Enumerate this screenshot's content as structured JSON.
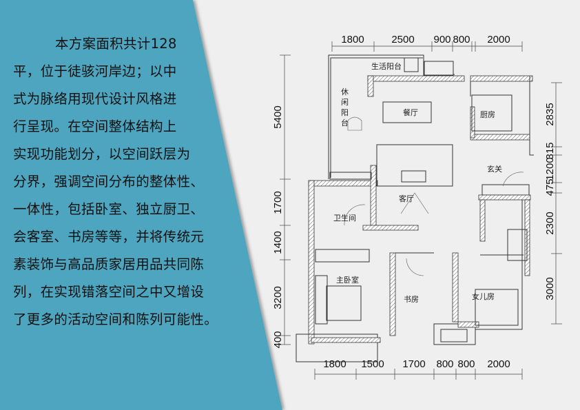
{
  "description_lines": [
    "本方案面积共计128",
    "平，位于徒骇河岸边；以中",
    "式为脉络用现代设计风格进",
    "行呈现。在空间整体结构上",
    "实现功能划分，以空间跃层为",
    "分界，强调空间分布的整体性、",
    "一体性，包括卧室、独立厨卫、",
    "会客室、书房等等，并将传统元",
    "素装饰与高品质家居用品共同陈",
    "列，在实现错落空间之中又增设",
    "了更多的活动空间和陈列可能性。"
  ],
  "colors": {
    "panel": "#4ea5bf",
    "background": "#efefef"
  },
  "floor_plan": {
    "rooms": {
      "service_balcony": "生活阳台",
      "leisure_balcony": [
        "休",
        "闲",
        "阳",
        "台"
      ],
      "dining": "餐厅",
      "kitchen": "厨房",
      "foyer": "玄关",
      "living": "客厅",
      "bathroom": "卫生间",
      "master_bedroom": "主卧室",
      "study": "书房",
      "daughter_room": "女儿房"
    },
    "dims_top": [
      "1800",
      "2500",
      "900",
      "800",
      "2000"
    ],
    "dims_bottom": [
      "1800",
      "1500",
      "1700",
      "800",
      "800",
      "2000"
    ],
    "dims_left": [
      "5400",
      "1700",
      "1400",
      "3200",
      "400"
    ],
    "dims_right": [
      "2835",
      "315",
      "1200",
      "475",
      "2300",
      "3000"
    ]
  }
}
